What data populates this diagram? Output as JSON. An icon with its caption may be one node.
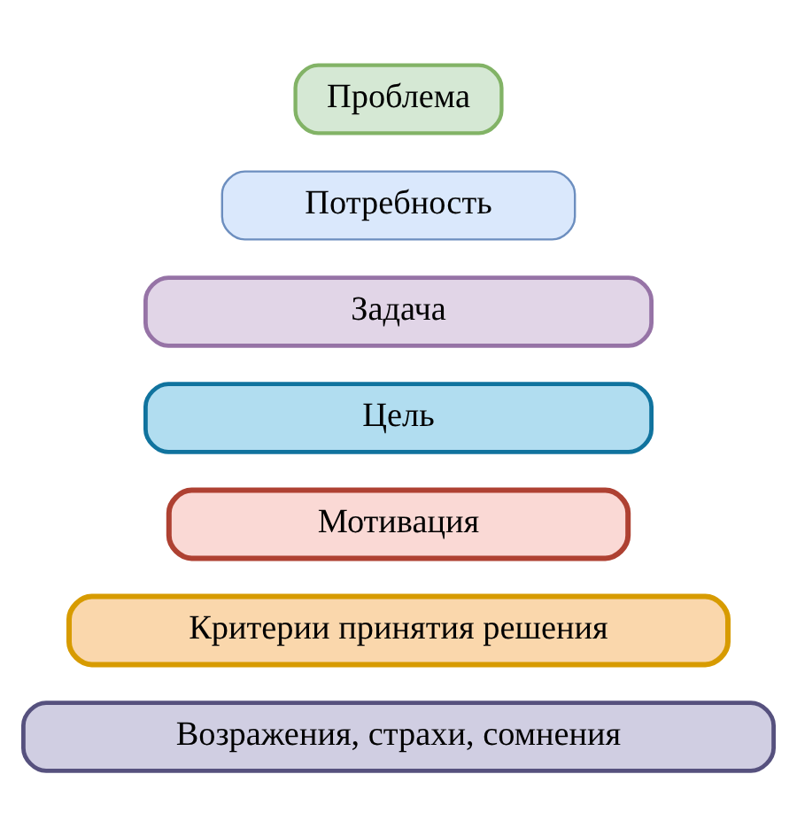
{
  "diagram": {
    "nodes": [
      {
        "text": [
          "Проблема"
        ]
      },
      {
        "text": [
          "Потребность"
        ]
      },
      {
        "text": [
          "Задача"
        ]
      },
      {
        "text": [
          "Цель"
        ]
      },
      {
        "text": [
          "Мотивация"
        ]
      },
      {
        "text": [
          "Критерии принятия решения"
        ]
      },
      {
        "text": [
          "Возражения, страхи, сомнения"
        ]
      }
    ]
  }
}
